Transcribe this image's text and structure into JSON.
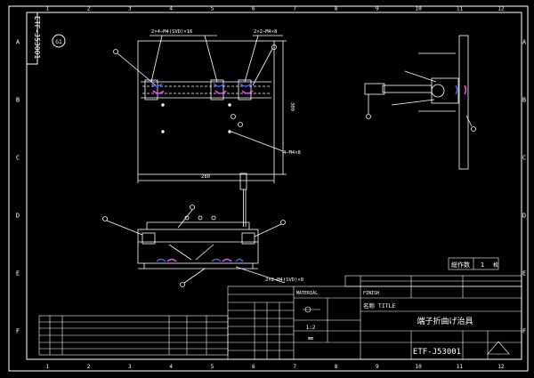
{
  "colors": {
    "background": "#000000",
    "line": "#ffffff",
    "accent_blue": "#4a5aff",
    "accent_magenta": "#ff4aff",
    "dim": "#9a9a9a"
  },
  "border": {
    "columns": [
      "1",
      "2",
      "3",
      "4",
      "5",
      "6",
      "7",
      "8",
      "9",
      "10",
      "11",
      "12"
    ],
    "rows": [
      "A",
      "B",
      "C",
      "D",
      "E",
      "F"
    ]
  },
  "drawing": {
    "number_vertical": "ETF-J53001",
    "sheet_symbol": "G1",
    "top_view": {
      "dim_holes_1": "2×4−M4(SVD)×16",
      "dim_holes_2": "2×2−M4×8",
      "dim_side": "4−M4×8",
      "dim_width": "280",
      "dim_height": "300"
    },
    "front_view": {
      "dim_bottom": "2×2−M4(SVD)×8"
    }
  },
  "title_block": {
    "sheet_count_label": "総作数",
    "sheet_count_value": "1",
    "sheet_count_unit": "枚",
    "name_label": "名称 TITLE",
    "name_value": "端子折曲げ治具",
    "drawing_no": "ETF-J53001",
    "material_label": "MATERIAL",
    "finish_label": "FINISH",
    "scale_value": "1:2",
    "units_value": "mm"
  }
}
